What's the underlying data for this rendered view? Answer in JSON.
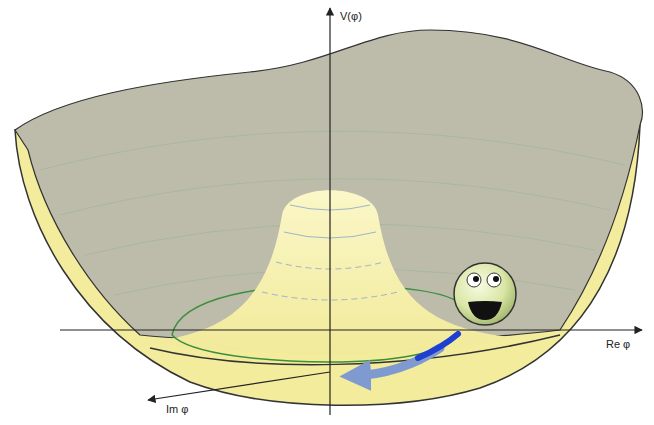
{
  "diagram": {
    "labels": [
      "V(φ)",
      "Re φ",
      "Im φ"
    ]
  }
}
